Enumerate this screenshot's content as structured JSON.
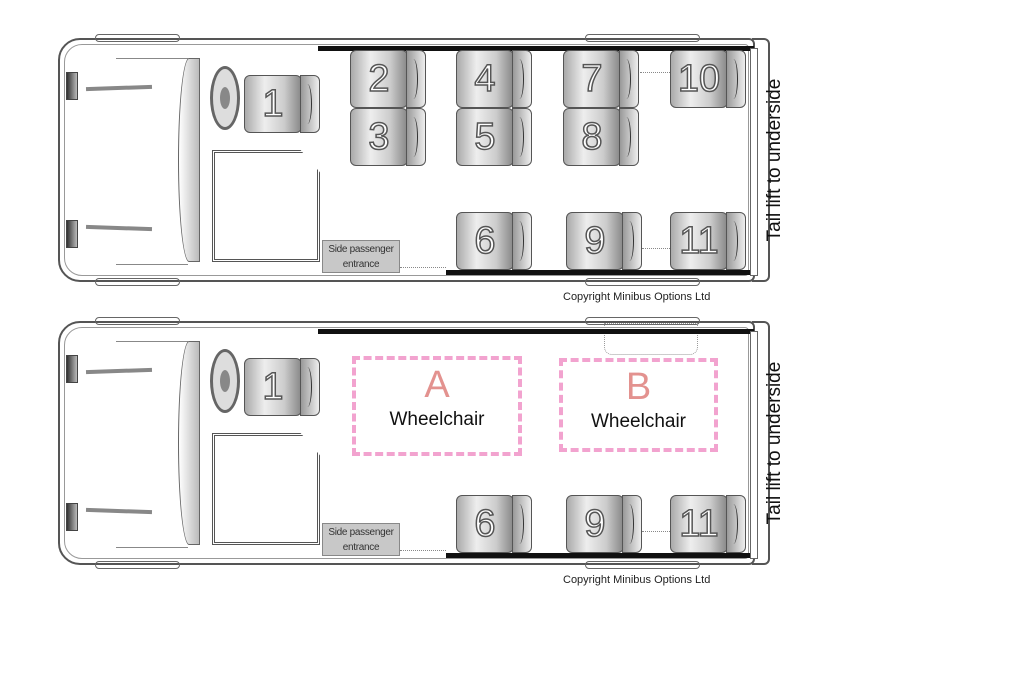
{
  "top_plan": {
    "seats": [
      "1",
      "2",
      "3",
      "4",
      "5",
      "7",
      "8",
      "10",
      "6",
      "9",
      "11"
    ],
    "entrance_label_line1": "Side passenger",
    "entrance_label_line2": "entrance",
    "tail_lift": "Tail lift to underside",
    "copyright": "Copyright Minibus Options Ltd"
  },
  "bottom_plan": {
    "seats": [
      "1",
      "6",
      "9",
      "11"
    ],
    "wheelchair_spaces": [
      {
        "letter": "A",
        "label": "Wheelchair"
      },
      {
        "letter": "B",
        "label": "Wheelchair"
      }
    ],
    "entrance_label_line1": "Side passenger",
    "entrance_label_line2": "entrance",
    "tail_lift": "Tail lift to underside",
    "copyright": "Copyright Minibus Options Ltd"
  },
  "colors": {
    "wheelchair_border": "#f2a3cf",
    "wheelchair_letter": "#e3928f"
  }
}
